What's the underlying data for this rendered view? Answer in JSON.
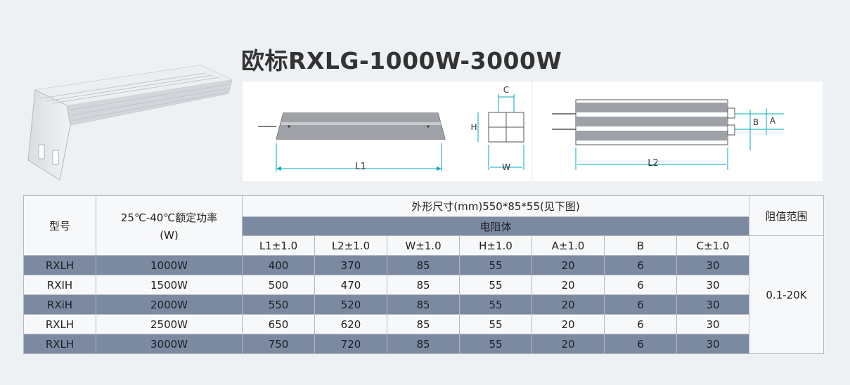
{
  "title": "欧标RXLG-1000W-3000W",
  "drawing": {
    "labels": {
      "l1": "L1",
      "l2": "L2",
      "c": "C",
      "h": "H",
      "w": "W",
      "a": "A",
      "b": "B"
    }
  },
  "table": {
    "model_header": "型号",
    "power_header_line1": "25℃-40℃额定功率",
    "power_header_line2": "(W)",
    "dims_header": "外形尺寸(mm)550*85*55(见下图)",
    "resistor_header": "电阻体",
    "resistance_header": "阻值范围",
    "columns": [
      "L1±1.0",
      "L2±1.0",
      "W±1.0",
      "H±1.0",
      "A±1.0",
      "B",
      "C±1.0"
    ],
    "rows": [
      {
        "model": "RXLH",
        "power": "1000W",
        "values": [
          "400",
          "370",
          "85",
          "55",
          "20",
          "6",
          "30"
        ]
      },
      {
        "model": "RXIH",
        "power": "1500W",
        "values": [
          "500",
          "470",
          "85",
          "55",
          "20",
          "6",
          "30"
        ]
      },
      {
        "model": "RXiH",
        "power": "2000W",
        "values": [
          "550",
          "520",
          "85",
          "55",
          "20",
          "6",
          "30"
        ]
      },
      {
        "model": "RXLH",
        "power": "2500W",
        "values": [
          "650",
          "620",
          "85",
          "55",
          "20",
          "6",
          "30"
        ]
      },
      {
        "model": "RXLH",
        "power": "3000W",
        "values": [
          "750",
          "720",
          "85",
          "55",
          "20",
          "6",
          "30"
        ]
      }
    ],
    "resistance_value": "0.1-20K"
  }
}
